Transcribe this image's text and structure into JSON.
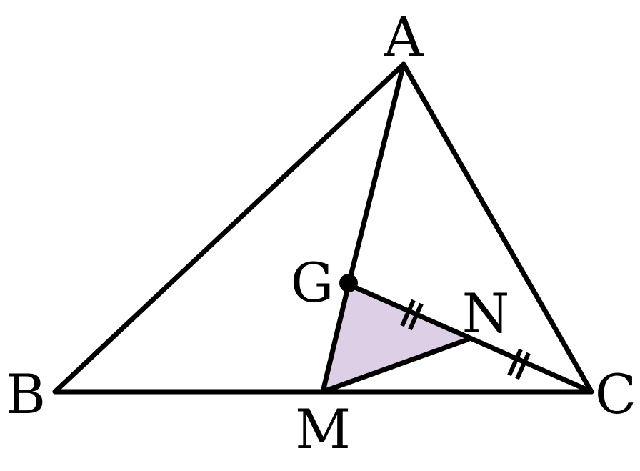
{
  "labels": {
    "A": "A",
    "B": "B",
    "C": "C",
    "G": "G",
    "M": "M",
    "N": "N"
  },
  "colors": {
    "stroke": "#000000",
    "shaded_triangle_fill": "#ddd0e6",
    "background": "#ffffff"
  },
  "shaded_region": "triangle GMN",
  "equal_segments": [
    "GN",
    "NC"
  ]
}
